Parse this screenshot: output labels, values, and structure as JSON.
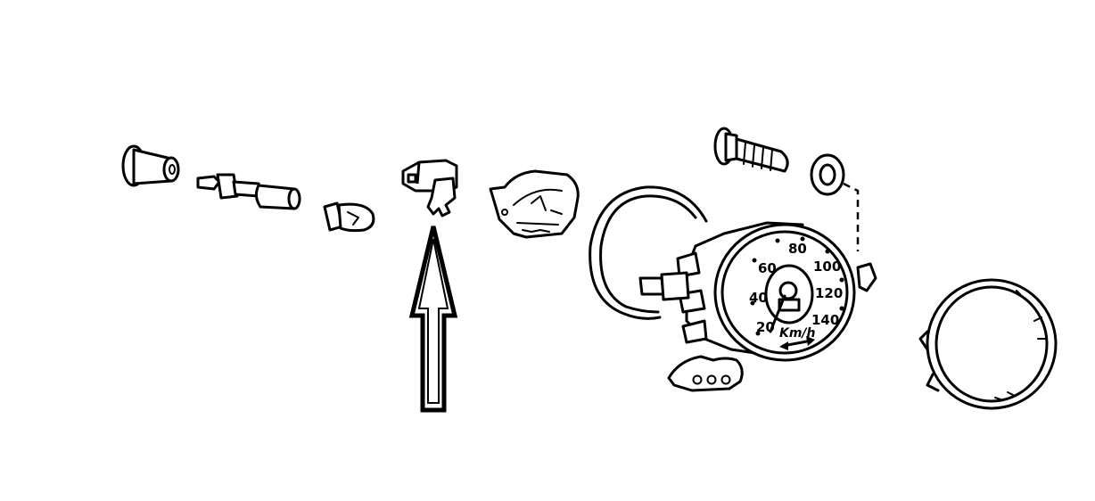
{
  "gauge": {
    "speed_labels": [
      "20",
      "40",
      "60",
      "80",
      "100",
      "120",
      "140"
    ],
    "unit": "Km/h"
  }
}
